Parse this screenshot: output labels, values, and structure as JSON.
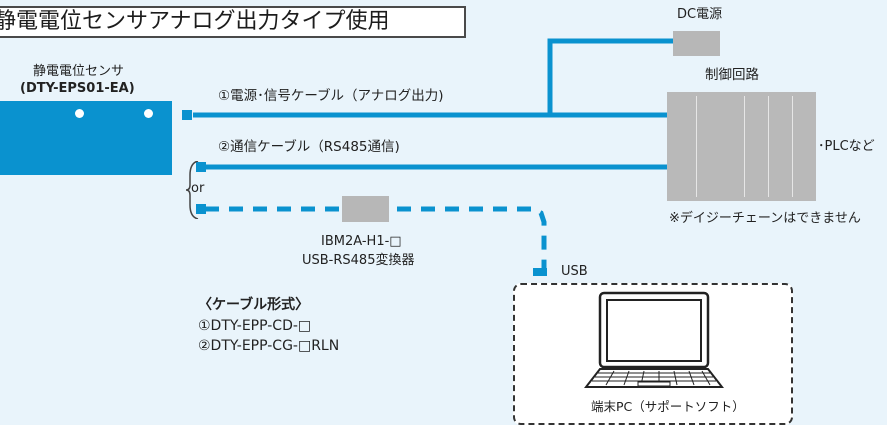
{
  "title": "静電電位センサアナログ出力タイプ使用",
  "sensor": {
    "name": "静電電位センサ",
    "model": "(DTY-EPS01-EA)"
  },
  "cable1_label": "①電源･信号ケーブル（アナログ出力)",
  "cable2_label": "②通信ケーブル（RS485通信)",
  "or_label": "or",
  "dc_power_label": "DC電源",
  "control_circuit_label": "制御回路",
  "plc_label": "･PLCなど",
  "daisy_note": "※デイジーチェーンはできません",
  "converter": {
    "model": "IBM2A-H1-□",
    "name": "USB-RS485変換器"
  },
  "usb_label": "USB",
  "laptop_label": "端末PC（サポートソフト）",
  "cable_format": {
    "heading": "〈ケーブル形式〉",
    "item1": "①DTY-EPP-CD-□",
    "item2": "②DTY-EPP-CG-□RLN"
  },
  "colors": {
    "accent_blue": "#0a92cf",
    "background": "#e9f4fb",
    "device_grey": "#b7b7b7"
  }
}
